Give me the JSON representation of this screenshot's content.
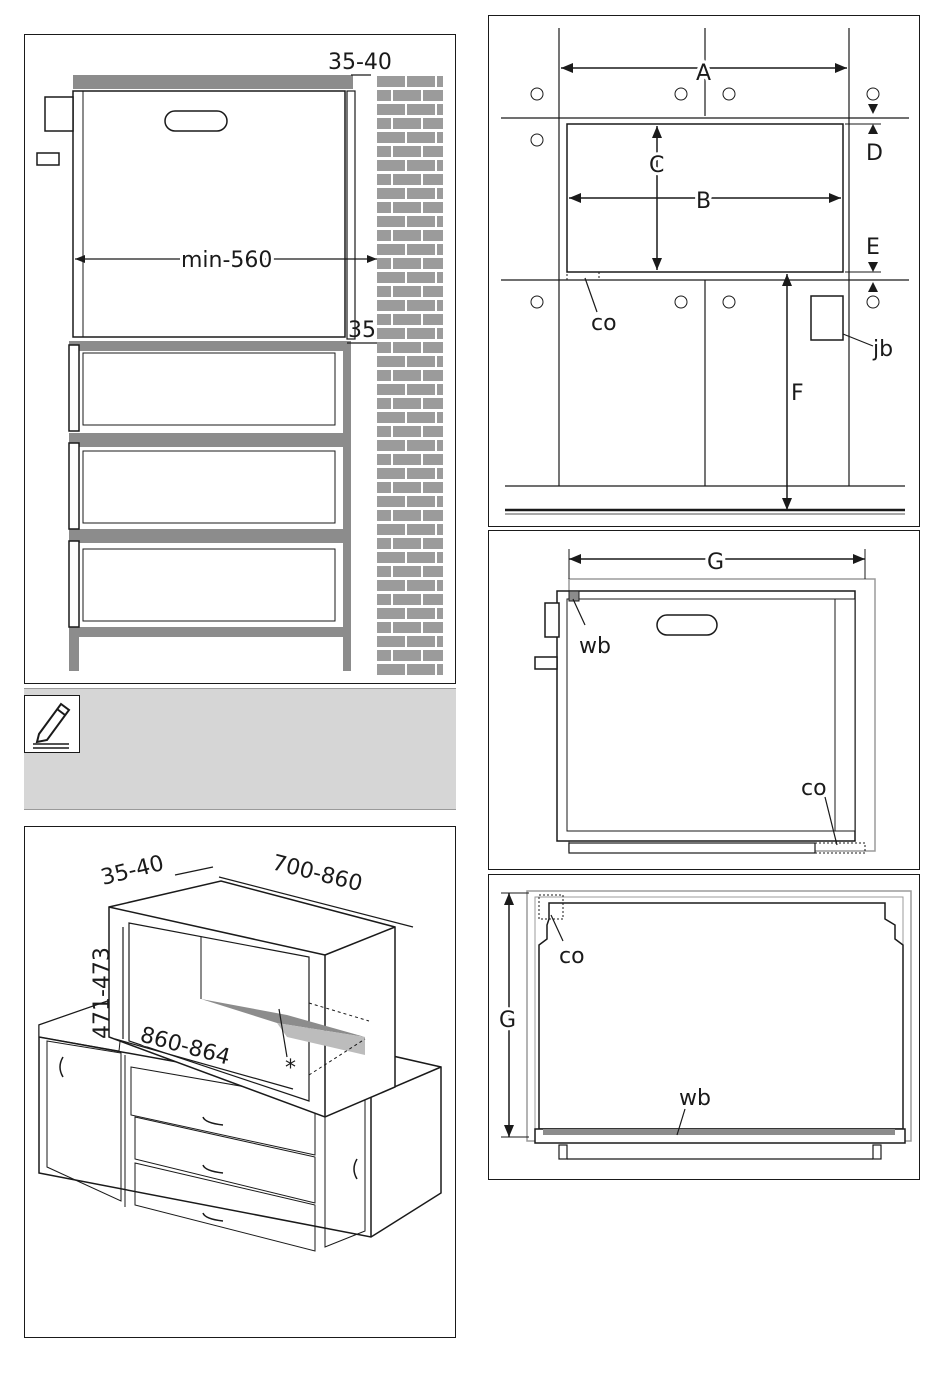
{
  "side_section": {
    "gap_rear": "35-40",
    "min_width": "min-560",
    "gap_side": "35"
  },
  "note": {
    "icon": "pencil-note-icon"
  },
  "front_view": {
    "dim_a": "A",
    "dim_b": "B",
    "dim_c": "C",
    "dim_d": "D",
    "dim_e": "E",
    "dim_f": "F",
    "co": "co",
    "jb": "jb"
  },
  "side_view": {
    "dim_g": "G",
    "wb": "wb",
    "co": "co"
  },
  "front_detail": {
    "dim_g": "G",
    "co": "co",
    "wb": "wb"
  },
  "isometric": {
    "gap_rear": "35-40",
    "depth": "700-860",
    "height": "471-473",
    "width": "860-864",
    "asterisk": "*"
  },
  "colors": {
    "line": "#1a1a1a",
    "grey_shelf": "#8c8c8c",
    "brick": "#9b9b9b",
    "note_bg": "#d6d6d6"
  }
}
